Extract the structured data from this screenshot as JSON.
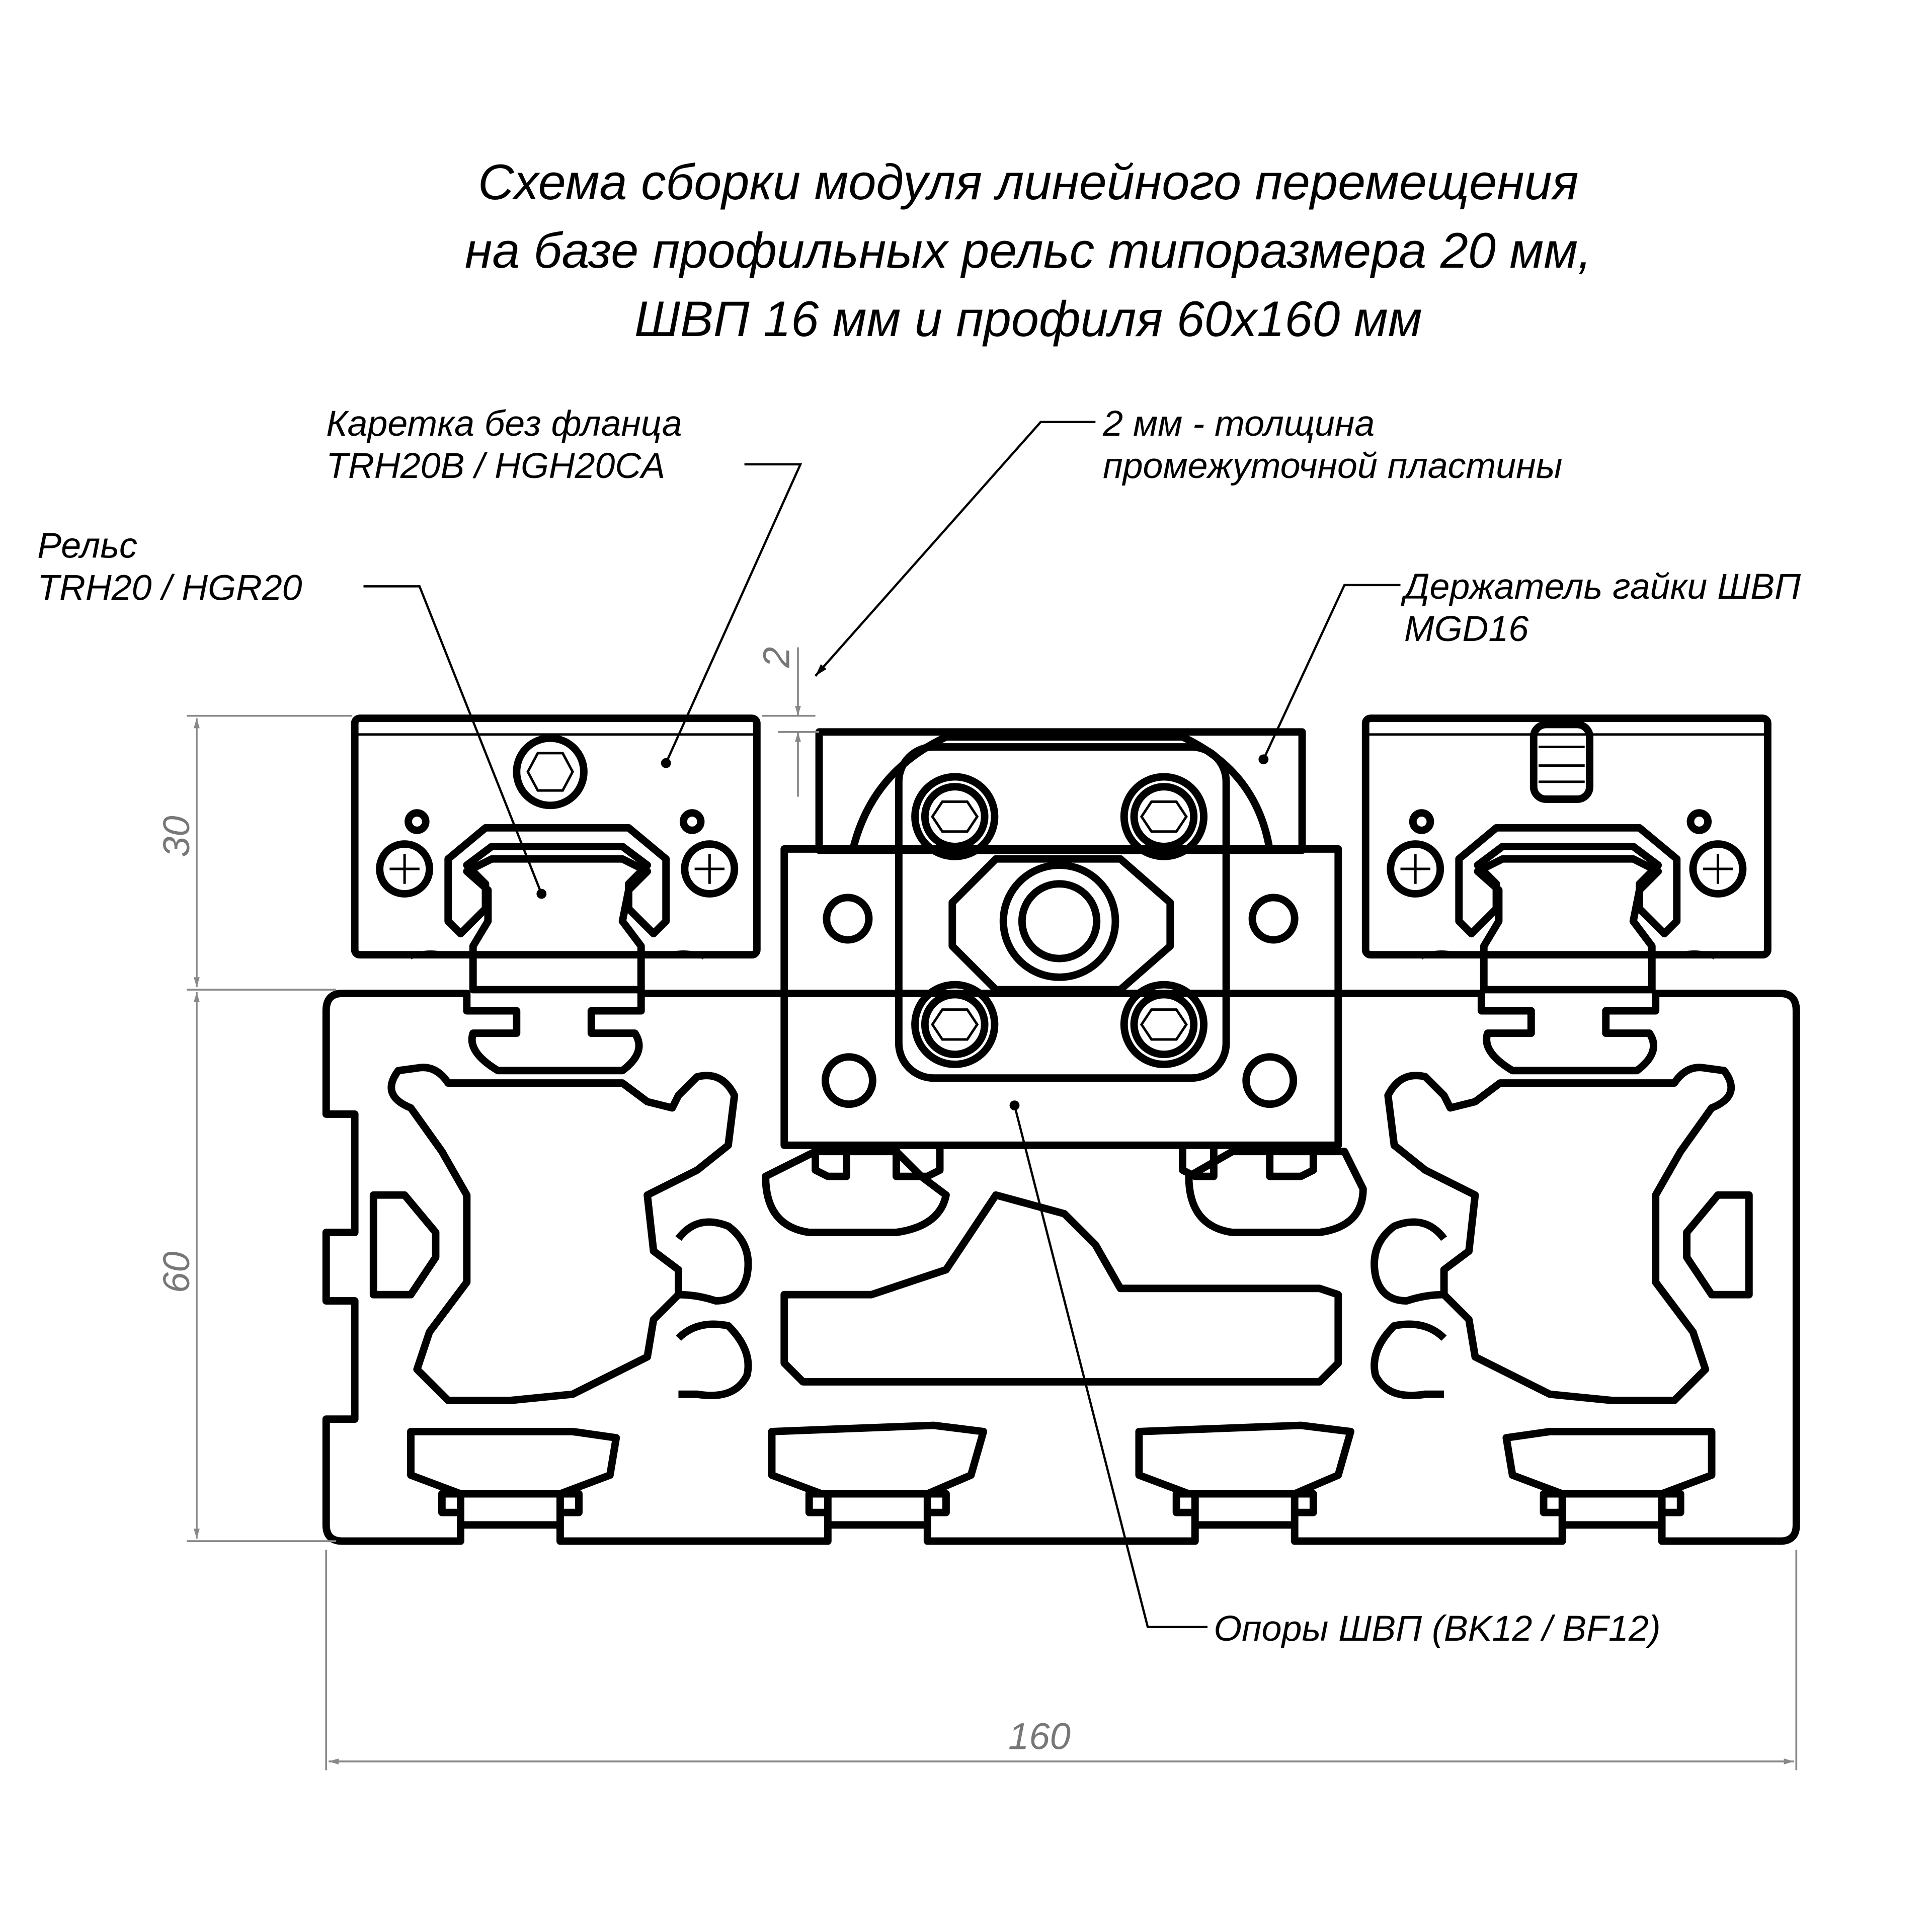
{
  "title": {
    "line1": "Схема сборки модуля линейного перемещения",
    "line2": "на базе профильных рельс типоразмера 20 мм,",
    "line3": "ШВП 16 мм и профиля 60х160 мм"
  },
  "labels": {
    "rail": {
      "line1": "Рельс",
      "line2": "TRH20 / HGR20"
    },
    "carriage": {
      "line1": "Каретка без фланца",
      "line2": "TRH20B / HGH20CA"
    },
    "plate": {
      "line1": "2 мм - толщина",
      "line2": "промежуточной пластины"
    },
    "nut_holder": {
      "line1": "Держатель гайки ШВП",
      "line2": "MGD16"
    },
    "supports": {
      "line1": "Опоры ШВП (BK12 / BF12)"
    }
  },
  "dimensions": {
    "carriage_height": "30",
    "profile_height": "60",
    "profile_width": "160",
    "plate_thickness": "2"
  }
}
